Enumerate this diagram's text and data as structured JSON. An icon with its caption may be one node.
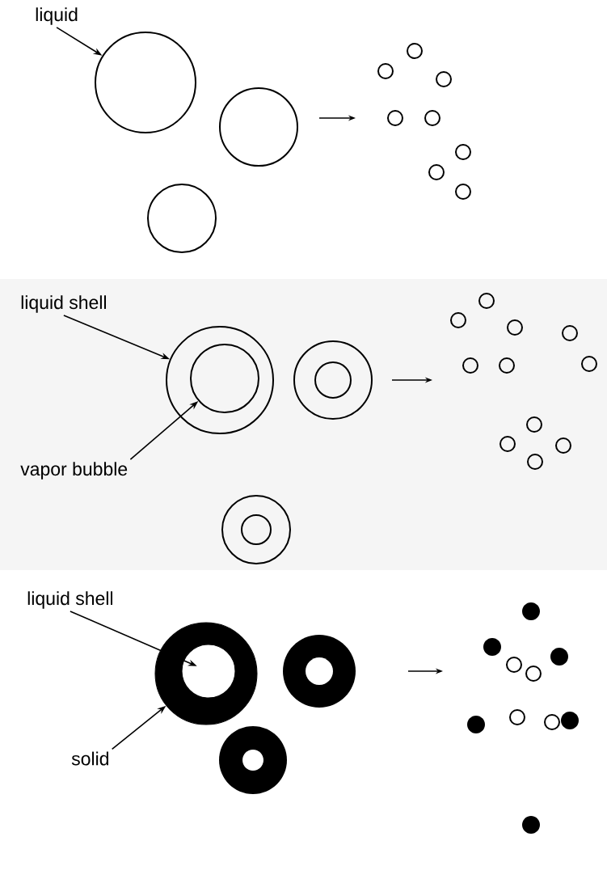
{
  "diagram": {
    "nodes": [
      {
        "text": [
          "liquid"
        ]
      },
      {
        "text": [],
        "shape": "circle"
      },
      {
        "text": [
          "liquid shell"
        ]
      },
      {
        "text": [],
        "shape": "circle"
      },
      {
        "text": [],
        "shape": "circle",
        "in": 3
      },
      {
        "text": [
          "vapor bubble"
        ]
      },
      {
        "text": [
          "liquid shell"
        ]
      },
      {
        "text": [],
        "shape": "circle"
      },
      {
        "text": [],
        "shape": "circle",
        "in": 7
      },
      {
        "text": [
          "solid"
        ]
      }
    ],
    "edges": [
      {
        "from": 0,
        "to": 1,
        "arrow": "to"
      },
      {
        "from": 2,
        "to": 3,
        "arrow": "to"
      },
      {
        "from": 5,
        "to": 4,
        "arrow": "to"
      },
      {
        "from": 6,
        "to": 8,
        "arrow": "to"
      },
      {
        "from": 9,
        "to": 7,
        "arrow": "to"
      }
    ]
  }
}
